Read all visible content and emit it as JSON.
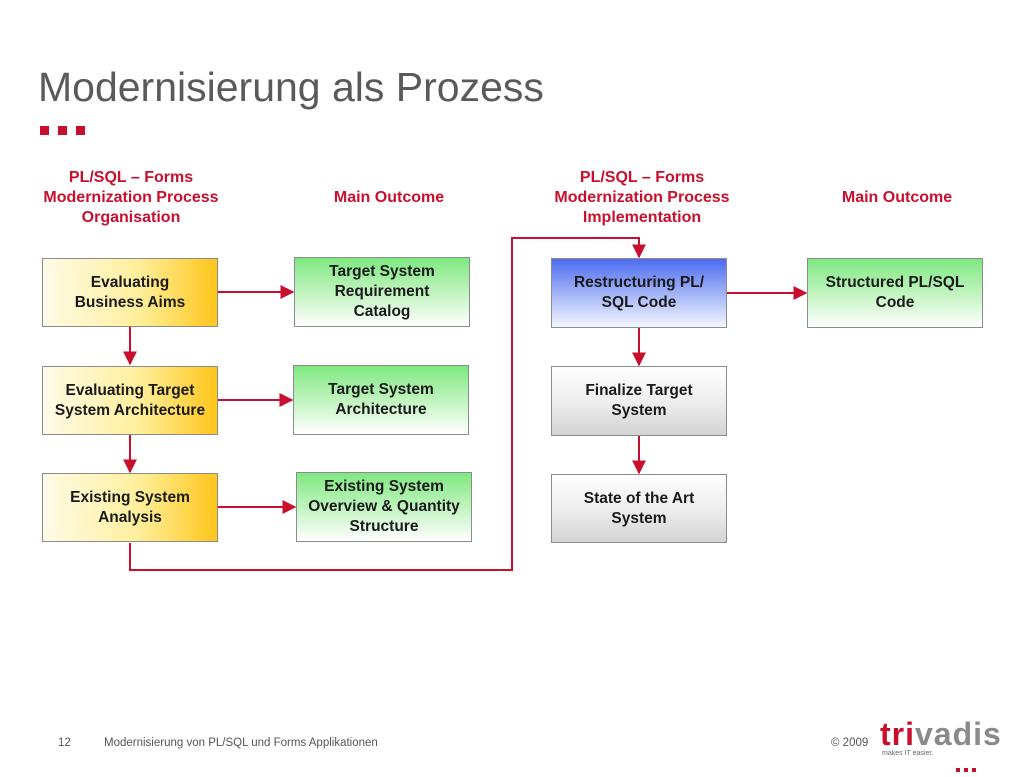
{
  "title": "Modernisierung als Prozess",
  "colors": {
    "accent": "#c8102e",
    "title": "#5a5a5a",
    "yellow": "#ffc61a",
    "green": "#7ee880",
    "blue": "#4d6cf0",
    "grey": "#d4d4d4"
  },
  "headers": {
    "org": [
      "PL/SQL – Forms",
      "Modernization Process",
      "Organisation"
    ],
    "outcome1": "Main Outcome",
    "impl": [
      "PL/SQL – Forms",
      "Modernization Process",
      "Implementation"
    ],
    "outcome2": "Main Outcome"
  },
  "boxes": {
    "eval_aims": [
      "Evaluating",
      "Business Aims"
    ],
    "eval_arch": [
      "Evaluating Target",
      "System Architecture"
    ],
    "existing_analysis": [
      "Existing System",
      "Analysis"
    ],
    "req_catalog": [
      "Target System",
      "Requirement",
      "Catalog"
    ],
    "target_arch": [
      "Target System",
      "Architecture"
    ],
    "overview": [
      "Existing System",
      "Overview & Quantity",
      "Structure"
    ],
    "restructuring": [
      "Restructuring PL/",
      "SQL Code"
    ],
    "finalize": [
      "Finalize Target",
      "System"
    ],
    "state_art": [
      "State of the Art",
      "System"
    ],
    "structured": [
      "Structured PL/SQL",
      "Code"
    ]
  },
  "footer": {
    "page_number": "12",
    "subtitle": "Modernisierung von PL/SQL und Forms Applikationen",
    "copyright": "© 2009"
  },
  "logo": {
    "word_part1": "tri",
    "word_part2": "vadis",
    "tagline": "makes IT easier."
  }
}
